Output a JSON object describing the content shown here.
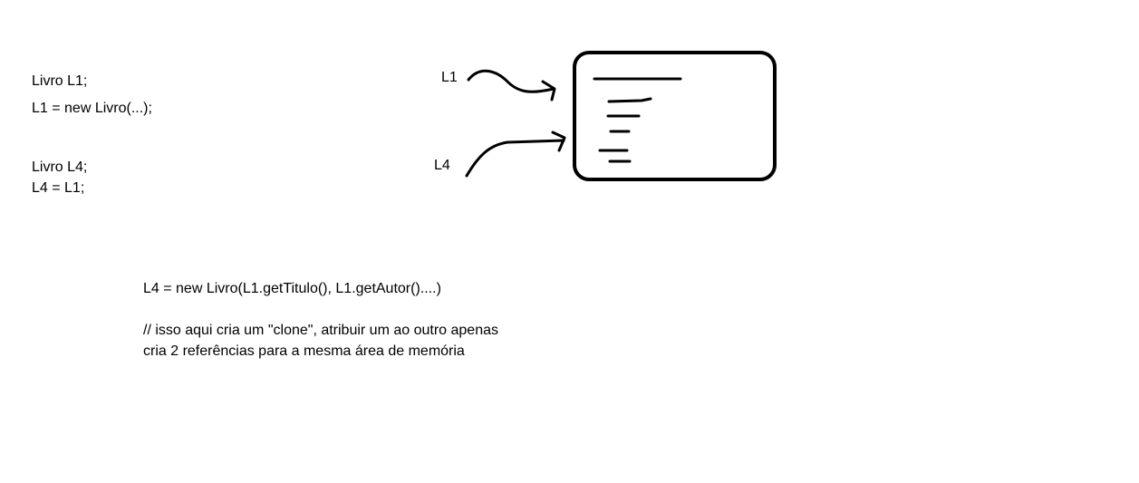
{
  "code": {
    "line1": "Livro L1;",
    "line2": "L1 = new Livro(...);",
    "line3": "Livro L4;",
    "line4": "L4 = L1;",
    "line5": "L4 = new Livro(L1.getTitulo(), L1.getAutor()....)"
  },
  "comment": {
    "line1": "// isso aqui cria um \"clone\", atribuir um ao outro apenas",
    "line2": "cria 2 referências para a mesma área de memória"
  },
  "diagram": {
    "ref_a_label": "L1",
    "ref_b_label": "L4",
    "stroke_color": "#000000"
  }
}
